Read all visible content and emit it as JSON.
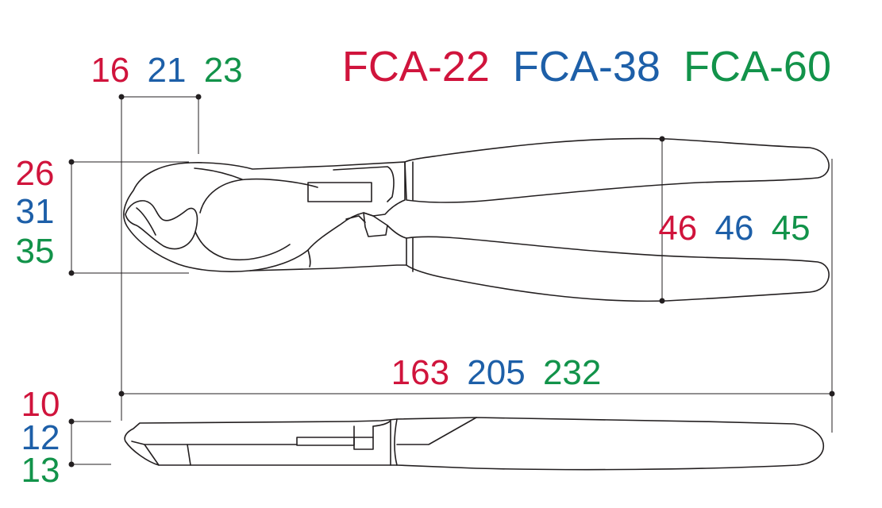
{
  "colors": {
    "model_a": "#d0143c",
    "model_b": "#1d5fa8",
    "model_c": "#12934a",
    "line": "#231f20"
  },
  "models": [
    "FCA-22",
    "FCA-38",
    "FCA-60"
  ],
  "dimensions": {
    "jaw_width": [
      "16",
      "21",
      "23"
    ],
    "head_height": [
      "26",
      "31",
      "35"
    ],
    "handle_spread": [
      "46",
      "46",
      "45"
    ],
    "overall_length": [
      "163",
      "205",
      "232"
    ],
    "thickness": [
      "10",
      "12",
      "13"
    ]
  }
}
